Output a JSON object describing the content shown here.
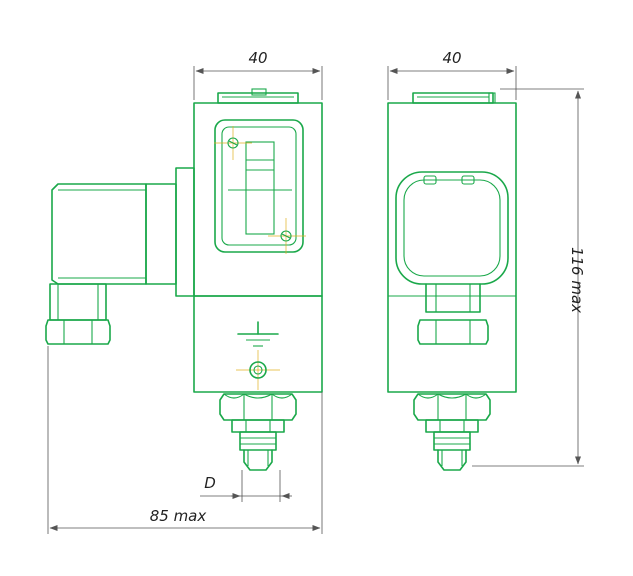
{
  "drawing": {
    "dimensions": {
      "front_width": "40",
      "side_width": "40",
      "height": "116 max",
      "depth": "85 max",
      "thread": "D"
    },
    "colors": {
      "outline": "#1aa84a",
      "dimension_lines": "#555555",
      "center_marks": "#e0b020",
      "text": "#222222"
    }
  }
}
